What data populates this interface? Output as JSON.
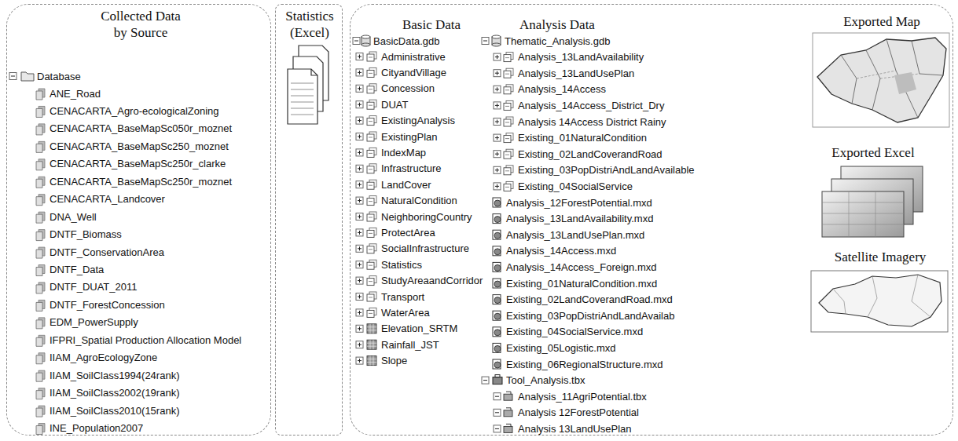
{
  "diagram": {
    "nodes": [
      {
        "text": [
          "Collected Data by Source",
          "Database",
          "ANE_Road",
          "CENACARTA_Agro-ecologicalZoning",
          "CENACARTA_BaseMapSc050r_moznet",
          "CENACARTA_BaseMapSc250_moznet",
          "CENACARTA_BaseMapSc250r_clarke",
          "CENACARTA_BaseMapSc250r_moznet",
          "CENACARTA_Landcover",
          "DNA_Well",
          "DNTF_Biomass",
          "DNTF_ConservationArea",
          "DNTF_Data",
          "DNTF_DUAT_2011",
          "DNTF_ForestConcession",
          "EDM_PowerSupply",
          "IFPRI_Spatial Production Allocation Model",
          "IIAM_AgroEcologyZone",
          "IIAM_SoilClass1994(24rank)",
          "IIAM_SoilClass2002(19rank)",
          "IIAM_SoilClass2010(15rank)",
          "INE_Population2007"
        ]
      },
      {
        "text": [
          "Statistics (Excel)"
        ]
      },
      {
        "text": [
          "Basic Data",
          "BasicData.gdb",
          "Administrative",
          "CityandVillage",
          "Concession",
          "DUAT",
          "ExistingAnalysis",
          "ExistingPlan",
          "IndexMap",
          "Infrastructure",
          "LandCover",
          "NaturalCondition",
          "NeighboringCountry",
          "ProtectArea",
          "SocialInfrastructure",
          "Statistics",
          "StudyAreaandCorridor",
          "Transport",
          "WaterArea",
          "Elevation_SRTM",
          "Rainfall_JST",
          "Slope",
          "Analysis Data",
          "Thematic_Analysis.gdb",
          "Analysis_13LandAvailability",
          "Analysis_13LandUsePlan",
          "Analysis_14Access",
          "Analysis_14Access_District_Dry",
          "Analysis 14Access District Rainy",
          "Existing_01NaturalCondition",
          "Existing_02LandCoverandRoad",
          "Existing_03PopDistriAndLandAvailable",
          "Existing_04SocialService",
          "Analysis_12ForestPotential.mxd",
          "Analysis_13LandAvailability.mxd",
          "Analysis_13LandUsePlan.mxd",
          "Analysis_14Access.mxd",
          "Analysis_14Access_Foreign.mxd",
          "Existing_01NaturalCondition.mxd",
          "Existing_02LandCoverandRoad.mxd",
          "Existing_03PopDistriAndLandAvailab",
          "Existing_04SocialService.mxd",
          "Existing_05Logistic.mxd",
          "Existing_06RegionalStructure.mxd",
          "Tool_Analysis.tbx",
          "Analysis_11AgriPotential.tbx",
          "Analysis 12ForestPotential",
          "Analysis 13LandUsePlan",
          "Exported Map",
          "Exported Excel",
          "Satellite Imagery"
        ]
      }
    ]
  }
}
